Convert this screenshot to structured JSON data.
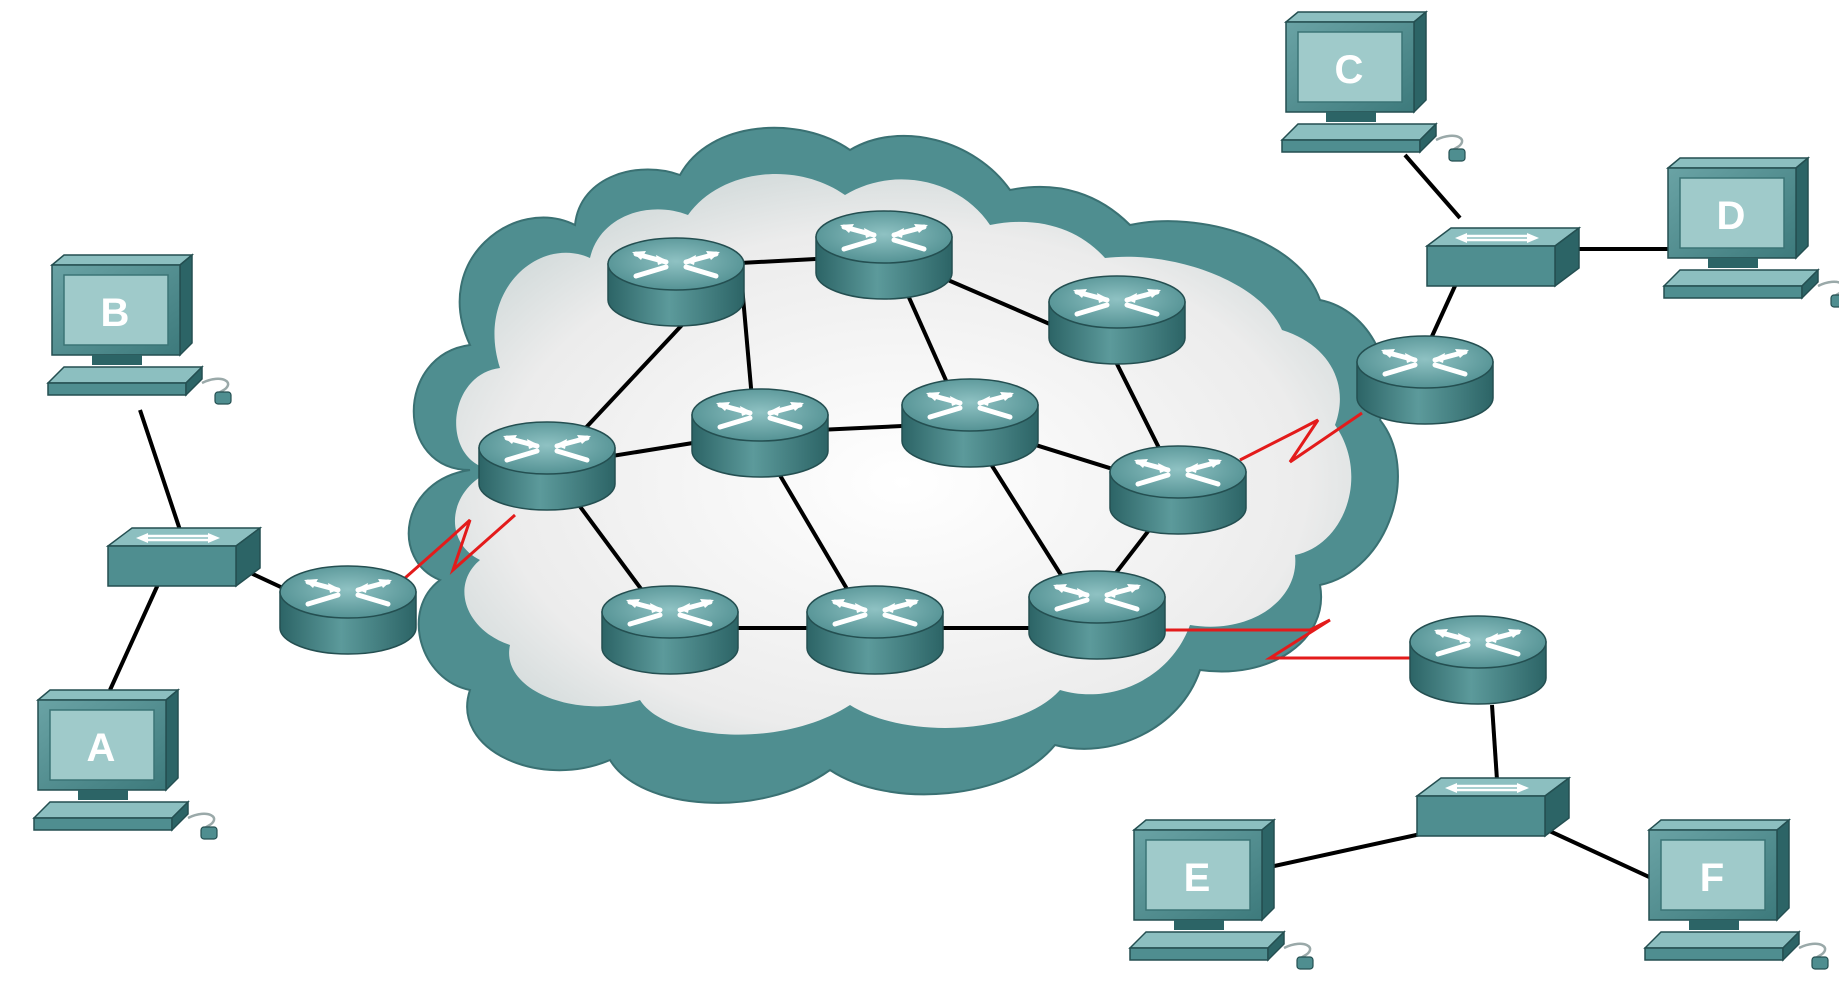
{
  "colors": {
    "device_body": "#4a8a8c",
    "device_top": "#7fb5b6",
    "device_dark": "#2f6466",
    "screen": "#9fcaca",
    "cloud_border": "#4f8e90",
    "cloud_fill": "#f4f4f4",
    "ethernet_link": "#000000",
    "serial_link": "#e31b1b"
  },
  "hosts": [
    {
      "id": "A",
      "label": "A"
    },
    {
      "id": "B",
      "label": "B"
    },
    {
      "id": "C",
      "label": "C"
    },
    {
      "id": "D",
      "label": "D"
    },
    {
      "id": "E",
      "label": "E"
    },
    {
      "id": "F",
      "label": "F"
    }
  ],
  "icons": {
    "router": "router-icon",
    "switch": "switch-icon",
    "computer": "computer-icon",
    "cloud": "network-cloud"
  }
}
